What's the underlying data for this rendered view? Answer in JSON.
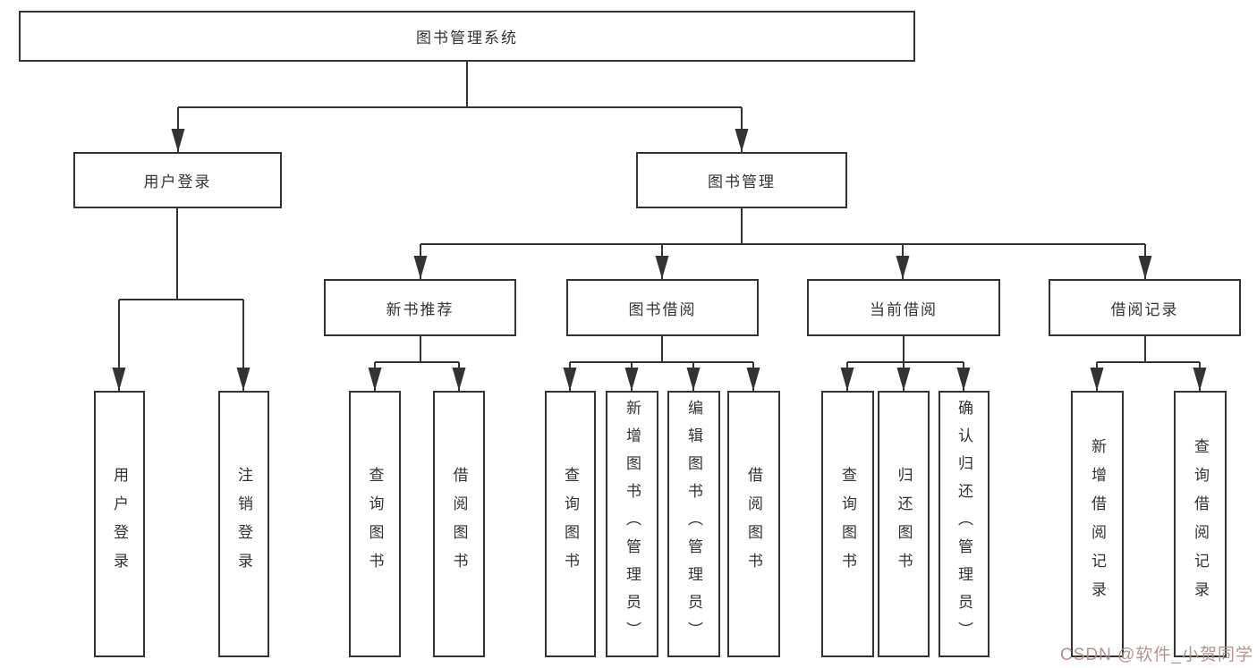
{
  "diagram": {
    "root": {
      "label": "图书管理系统"
    },
    "level2": [
      {
        "label": "用户登录"
      },
      {
        "label": "图书管理"
      }
    ],
    "level3": [
      {
        "label": "新书推荐",
        "parent": "图书管理"
      },
      {
        "label": "图书借阅",
        "parent": "图书管理"
      },
      {
        "label": "当前借阅",
        "parent": "图书管理"
      },
      {
        "label": "借阅记录",
        "parent": "图书管理"
      }
    ],
    "leaves": [
      {
        "label": "用户登录",
        "parent": "用户登录"
      },
      {
        "label": "注销登录",
        "parent": "用户登录"
      },
      {
        "label": "查询图书",
        "parent": "新书推荐"
      },
      {
        "label": "借阅图书",
        "parent": "新书推荐"
      },
      {
        "label": "查询图书",
        "parent": "图书借阅"
      },
      {
        "label": "新增图书（管理员）",
        "parent": "图书借阅"
      },
      {
        "label": "编辑图书（管理员）",
        "parent": "图书借阅"
      },
      {
        "label": "借阅图书",
        "parent": "图书借阅"
      },
      {
        "label": "查询图书",
        "parent": "当前借阅"
      },
      {
        "label": "归还图书",
        "parent": "当前借阅"
      },
      {
        "label": "确认归还（管理员）",
        "parent": "当前借阅"
      },
      {
        "label": "新增借阅记录",
        "parent": "借阅记录"
      },
      {
        "label": "查询借阅记录",
        "parent": "借阅记录"
      }
    ],
    "line_color": "#333333",
    "box_background": "#ffffff"
  },
  "watermark": {
    "text": "CSDN @软件_小贺同学",
    "color": "#ab8f8f"
  }
}
